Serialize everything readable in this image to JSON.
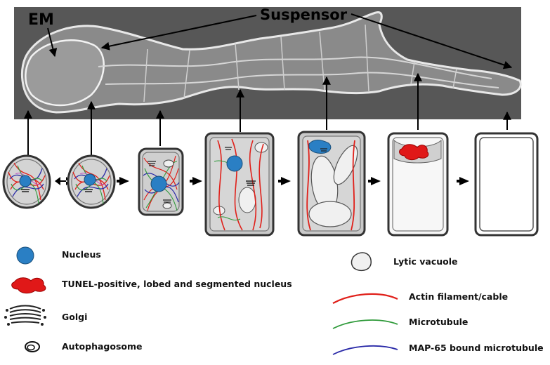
{
  "micrograph": {
    "label_em": "EM",
    "label_suspensor": "Suspensor"
  },
  "legend": {
    "nucleus": "Nucleus",
    "tunel_nucleus": "TUNEL-positive, lobed and segmented nucleus",
    "golgi": "Golgi",
    "autophagosome": "Autophagosome",
    "lytic_vacuole": "Lytic vacuole",
    "actin": "Actin filament/cable",
    "microtubule": "Microtubule",
    "map65": "MAP-65 bound microtubule"
  },
  "colors": {
    "micrograph_bg": "#555555",
    "nucleus": "#2a7fc4",
    "tunel_nucleus": "#e01818",
    "actin": "#e0201a",
    "microtubule": "#2f9a3a",
    "map65": "#2a2aa8",
    "cytoplasm": "#cfcfcf",
    "vacuole": "#f0f0f0"
  }
}
